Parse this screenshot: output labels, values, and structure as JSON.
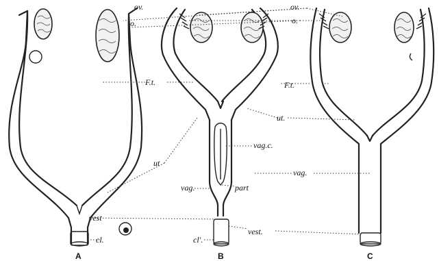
{
  "labels": {
    "ov": "ov.",
    "o": "o.",
    "Ft_1": "F.t.",
    "Ft_2": "F.t.",
    "ut_1": "ut",
    "ut_2": "ut.",
    "vag_c": "vag.c.",
    "vag_1": "vag.",
    "vag_2": "vag.",
    "part": "part",
    "vest_1": "vest",
    "vest_2": "vest.",
    "cl": "cl.",
    "cl_prime": "cl'."
  },
  "captions": {
    "A": "A",
    "B": "B",
    "C": "C"
  }
}
